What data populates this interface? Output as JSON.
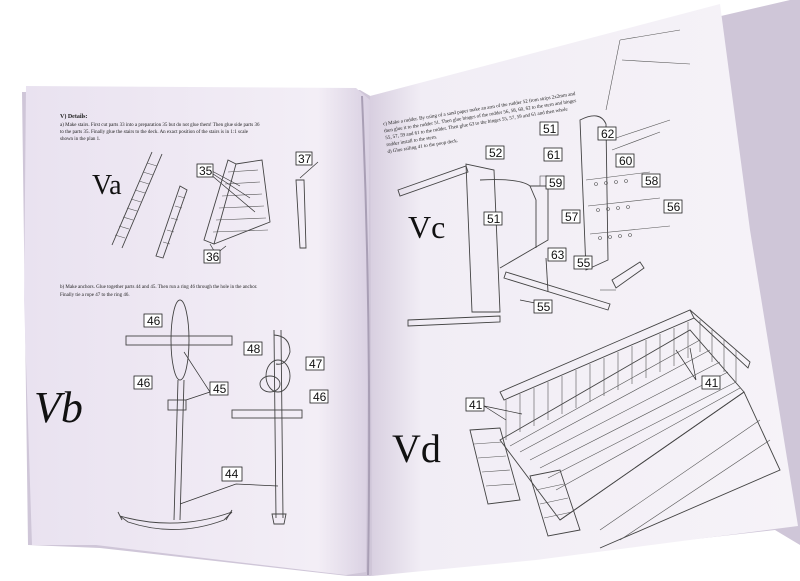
{
  "left_page": {
    "section_heading": "V) Details:",
    "para_a": [
      "a) Make stairs. First cut parts 33 into a preparation 35 but do not glue them! Then glue side parts 36",
      "to the parts 35. Finally glue the stairs to the deck. An exact position of the stairs is in 1:1 scale",
      "shown in the plan 1."
    ],
    "para_b": [
      "b) Make anchors. Glue together parts 44 and 45. Then run a ring 46 through the hole in the anchor.",
      "Finally tie a rope 47 to the ring 46."
    ],
    "fig_va": {
      "title": "Va",
      "labels": [
        "35",
        "37",
        "36"
      ]
    },
    "fig_vb": {
      "title": "Vb",
      "labels": [
        "46",
        "48",
        "47",
        "46",
        "45",
        "46",
        "44"
      ]
    }
  },
  "right_page": {
    "para_c": [
      "c) Make a rudder. By using of a sand paper make an arm of the rudder 52 from strips 2x2mm and",
      "then glue it to the rudder 51. Then glue hinges of the rudder 56, 58, 60, 62 to the stern and hinges",
      "55, 57, 59 and 61 to the rudder. Then glue 63 to the hinges 55, 57, 59 and 61 and then whole",
      "rudder install to the stern.",
      "d) Glue railing 41 to the poop deck."
    ],
    "fig_vc": {
      "title": "Vc",
      "labels": [
        "52",
        "51",
        "51",
        "62",
        "61",
        "60",
        "59",
        "58",
        "57",
        "56",
        "55",
        "63",
        "55"
      ]
    },
    "fig_vd": {
      "title": "Vd",
      "labels": [
        "41",
        "41"
      ]
    }
  }
}
